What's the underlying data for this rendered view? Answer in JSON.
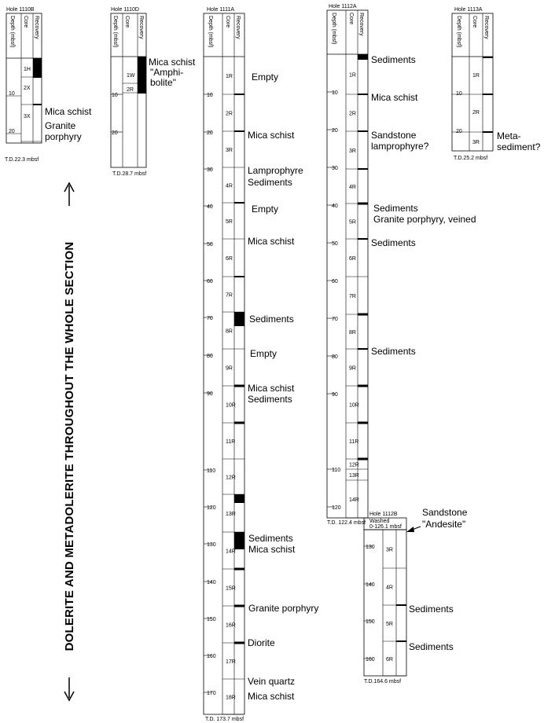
{
  "columns": {
    "depth": "Depth (mbsf)",
    "core": "Core",
    "recovery": "Recovery"
  },
  "side_label": "DOLERITE AND METADOLERITE THROUGHOUT THE WHOLE  SECTION",
  "holes": {
    "h1110B": {
      "title": "Hole 1110B",
      "td": "T.D.22.3 mbsf",
      "ticks": [
        "10",
        "20"
      ],
      "cores": [
        "1H",
        "2X",
        "3X"
      ],
      "labels": [
        "Mica schist",
        "Granite",
        "porphyry"
      ]
    },
    "h1110D": {
      "title": "Hole 1110D",
      "td": "T.D.28.7 mbsf",
      "ticks": [
        "10",
        "20"
      ],
      "cores": [
        "1W",
        "2R"
      ],
      "labels": [
        "Mica schist",
        "\"Amphi-",
        "bolite\""
      ]
    },
    "h1111A": {
      "title": "Hole 1111A",
      "td": "T.D. 173.7 mbsf",
      "ticks": [
        "10",
        "20",
        "30",
        "40",
        "50",
        "60",
        "70",
        "80",
        "90",
        "110",
        "120",
        "130",
        "140",
        "150",
        "160",
        "170"
      ],
      "cores": [
        "1R",
        "2R",
        "3R",
        "4R",
        "5R",
        "6R",
        "7R",
        "8R",
        "9R",
        "10R",
        "11R",
        "12R",
        "13R",
        "14R",
        "15R",
        "16R",
        "17R",
        "18R"
      ],
      "labels": [
        "Empty",
        "Mica schist",
        "Lamprophyre",
        "Sediments",
        "Empty",
        "Mica schist",
        "Sediments",
        "Empty",
        "Mica schist",
        "Sediments",
        "Sediments",
        "Mica schist",
        "Granite porphyry",
        "Diorite",
        "Vein quartz",
        "Mica schist"
      ]
    },
    "h1112A": {
      "title": "Hole 1112A",
      "td": "T.D. 122.4 mbsf",
      "ticks": [
        "10",
        "20",
        "30",
        "40",
        "50",
        "60",
        "70",
        "80",
        "90",
        "110",
        "120"
      ],
      "cores": [
        "1R",
        "2R",
        "3R",
        "4R",
        "5R",
        "6R",
        "7R",
        "8R",
        "9R",
        "10R",
        "11R",
        "12R",
        "13R",
        "14R"
      ],
      "labels": [
        "Sediments",
        "Mica schist",
        "Sandstone",
        "lamprophyre?",
        "Sediments",
        "Granite porphyry, veined",
        "Sediments",
        "Sediments"
      ]
    },
    "h1112B": {
      "title": "Hole 1112B",
      "washed_1": "Washed",
      "washed_2": "0-126.1 mbsf",
      "td": "T.D.164.6 mbsf",
      "ticks": [
        "130",
        "140",
        "150",
        "160"
      ],
      "cores": [
        "3R",
        "4R",
        "5R",
        "6R"
      ],
      "labels": [
        "Sandstone",
        "\"Andesite\"",
        "Sediments",
        "Sediments"
      ]
    },
    "h1113A": {
      "title": "Hole 1113A",
      "td": "T.D.25.2 mbsf",
      "ticks": [
        "10",
        "20"
      ],
      "cores": [
        "1R",
        "2R",
        "3R"
      ],
      "labels": [
        "Meta-",
        "sediment?"
      ]
    }
  }
}
